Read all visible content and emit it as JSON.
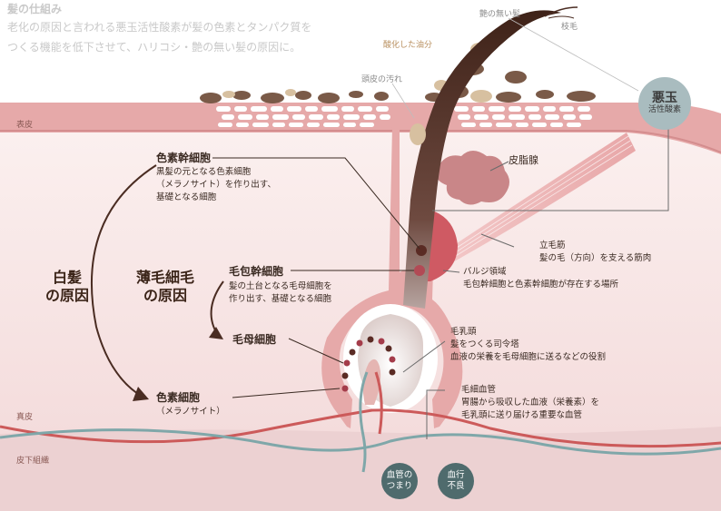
{
  "intro": {
    "title": "髪の仕組み",
    "line1": "老化の原因と言われる悪玉活性酸素が髪の色素とタンパク質を",
    "line2": "つくる機能を低下させて、ハリコシ・艶の無い髪の原因に。"
  },
  "layers": {
    "epidermis": "表皮",
    "dermis": "真皮",
    "subcutis": "皮下組織"
  },
  "hair_labels": {
    "no_shine": "艶の無い髪",
    "split_ends": "枝毛",
    "oxidized_sebum": "酸化した油分",
    "scalp_dirt": "頭皮の汚れ"
  },
  "bad_radical": {
    "title": "悪玉",
    "subtitle": "活性酸素"
  },
  "sebaceous_gland": "皮脂腺",
  "arrector": {
    "title": "立毛筋",
    "desc": "髪の毛（方向）を支える筋肉"
  },
  "bulge": {
    "title": "バルジ領域",
    "desc": "毛包幹細胞と色素幹細胞が存在する場所"
  },
  "papilla": {
    "title": "毛乳頭",
    "desc1": "髪をつくる司令塔",
    "desc2": "血液の栄養を毛母細胞に送るなどの役割"
  },
  "capillary": {
    "title": "毛細血管",
    "desc1": "胃腸から吸収した血液（栄養素）を",
    "desc2": "毛乳頭に送り届ける重要な血管"
  },
  "pigment_stem": {
    "title": "色素幹細胞",
    "desc1": "黒髪の元となる色素細胞",
    "desc2": "（メラノサイト）を作り出す、",
    "desc3": "基礎となる細胞"
  },
  "follicle_stem": {
    "title": "毛包幹細胞",
    "desc1": "髪の土台となる毛母細胞を",
    "desc2": "作り出す、基礎となる細胞"
  },
  "matrix_cell": "毛母細胞",
  "pigment_cell": {
    "title": "色素細胞",
    "desc": "（メラノサイト）"
  },
  "gray_hair": {
    "line1": "白髪",
    "line2": "の原因"
  },
  "thinning_hair": {
    "line1": "薄毛細毛",
    "line2": "の原因"
  },
  "causes": [
    {
      "line1": "血管の",
      "line2": "つまり"
    },
    {
      "line1": "血行",
      "line2": "不良"
    }
  ],
  "colors": {
    "skin_band": "#e6a9a9",
    "dermis": "#f8e9e8",
    "subcutis": "#ecd1d2",
    "hair": "#4a2c22",
    "dirt": "#7a5a48",
    "sebum": "#d7c0a0",
    "vessel_red": "#cc5a5a",
    "vessel_teal": "#7fa7a9",
    "cause_circle": "#4f6b6d"
  }
}
